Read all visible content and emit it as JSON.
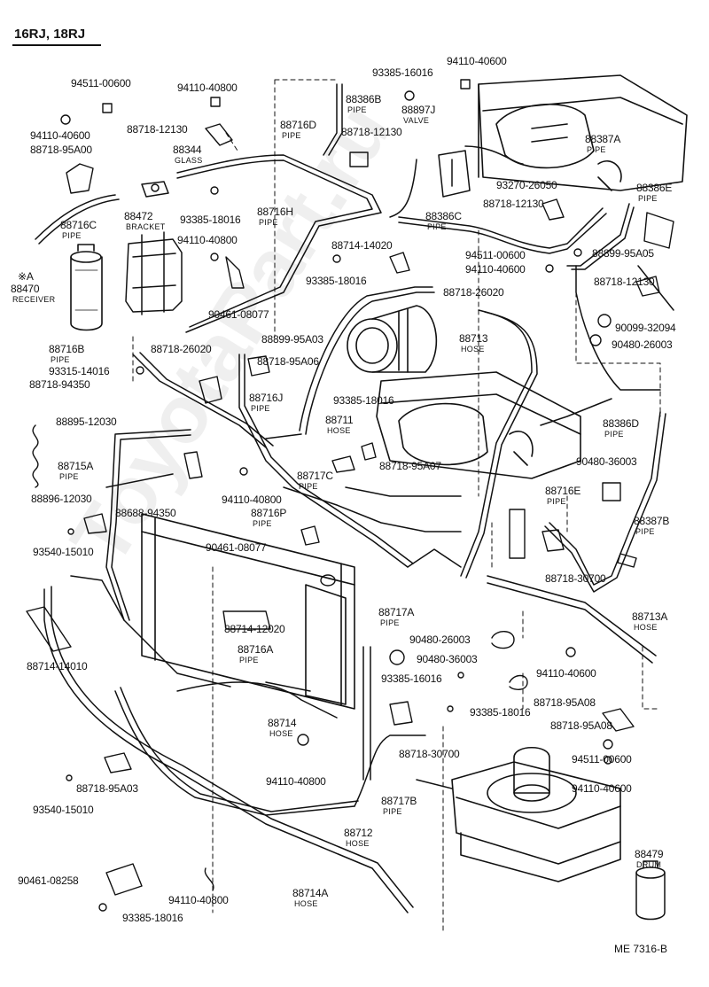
{
  "header": {
    "models": "16RJ, 18RJ"
  },
  "watermark": "ToyotaPart.ru",
  "diagram_code": "ME 7316-B",
  "colors": {
    "ink": "#111111",
    "paper": "#ffffff",
    "watermark": "#dddddd"
  },
  "labels": [
    {
      "id": "94511-00600-a",
      "text": "94511-00600"
    },
    {
      "id": "94110-40800-a",
      "text": "94110-40800"
    },
    {
      "id": "88718-12130-a",
      "text": "88718-12130"
    },
    {
      "id": "94110-40600-a",
      "text": "94110-40600"
    },
    {
      "id": "88718-95a00",
      "text": "88718-95A00"
    },
    {
      "id": "88344",
      "text": "88344",
      "sub": "GLASS"
    },
    {
      "id": "88716c",
      "text": "88716C",
      "sub": "PIPE"
    },
    {
      "id": "88472",
      "text": "88472",
      "sub": "BRACKET"
    },
    {
      "id": "93385-18016-a",
      "text": "93385-18016"
    },
    {
      "id": "94110-40800-b",
      "text": "94110-40800"
    },
    {
      "id": "88470",
      "text": "88470",
      "prefix": "※A",
      "sub": "RECEIVER"
    },
    {
      "id": "88716d",
      "text": "88716D",
      "sub": "PIPE"
    },
    {
      "id": "88716h",
      "text": "88716H",
      "sub": "PIPE"
    },
    {
      "id": "93385-16016-a",
      "text": "93385-16016"
    },
    {
      "id": "94110-40600-b",
      "text": "94110-40600"
    },
    {
      "id": "88386b",
      "text": "88386B",
      "sub": "PIPE"
    },
    {
      "id": "88897j",
      "text": "88897J",
      "sub": "VALVE"
    },
    {
      "id": "88718-12130-b",
      "text": "88718-12130"
    },
    {
      "id": "88387a",
      "text": "88387A",
      "sub": "PIPE"
    },
    {
      "id": "93270-26050",
      "text": "93270-26050"
    },
    {
      "id": "88386e",
      "text": "88386E",
      "sub": "PIPE"
    },
    {
      "id": "88718-12130-c",
      "text": "88718-12130"
    },
    {
      "id": "88386c",
      "text": "88386C",
      "sub": "PIPE"
    },
    {
      "id": "88714-14020",
      "text": "88714-14020"
    },
    {
      "id": "94511-00600-b",
      "text": "94511-00600"
    },
    {
      "id": "88899-95a05",
      "text": "88899-95A05"
    },
    {
      "id": "94110-40600-c",
      "text": "94110-40600"
    },
    {
      "id": "93385-18016-b",
      "text": "93385-18016"
    },
    {
      "id": "88718-12130-d",
      "text": "88718-12130"
    },
    {
      "id": "88718-26020-a",
      "text": "88718-26020"
    },
    {
      "id": "90099-32094",
      "text": "90099-32094"
    },
    {
      "id": "90461-08077-a",
      "text": "90461-08077"
    },
    {
      "id": "88713",
      "text": "88713",
      "sub": "HOSE"
    },
    {
      "id": "90480-26003-a",
      "text": "90480-26003"
    },
    {
      "id": "88899-95a03",
      "text": "88899-95A03"
    },
    {
      "id": "88716b",
      "text": "88716B",
      "sub": "PIPE"
    },
    {
      "id": "88718-26020-b",
      "text": "88718-26020"
    },
    {
      "id": "88718-95a06",
      "text": "88718-95A06"
    },
    {
      "id": "93315-14016",
      "text": "93315-14016"
    },
    {
      "id": "88718-94350",
      "text": "88718-94350"
    },
    {
      "id": "88716j",
      "text": "88716J",
      "sub": "PIPE"
    },
    {
      "id": "93385-18016-c",
      "text": "93385-18016"
    },
    {
      "id": "88711",
      "text": "88711",
      "sub": "HOSE"
    },
    {
      "id": "88386d",
      "text": "88386D",
      "sub": "PIPE"
    },
    {
      "id": "88895-12030",
      "text": "88895-12030"
    },
    {
      "id": "88715a",
      "text": "88715A",
      "sub": "PIPE"
    },
    {
      "id": "88718-95a07",
      "text": "88718-95A07"
    },
    {
      "id": "90480-36003-a",
      "text": "90480-36003"
    },
    {
      "id": "88717c",
      "text": "88717C",
      "sub": "PIPE"
    },
    {
      "id": "88716e",
      "text": "88716E",
      "sub": "PIPE"
    },
    {
      "id": "88896-12030",
      "text": "88896-12030"
    },
    {
      "id": "94110-40800-c",
      "text": "94110-40800"
    },
    {
      "id": "88688-94350",
      "text": "88688-94350"
    },
    {
      "id": "88716p",
      "text": "88716P",
      "sub": "PIPE"
    },
    {
      "id": "88387b",
      "text": "88387B",
      "sub": "PIPE"
    },
    {
      "id": "93540-15010-a",
      "text": "93540-15010"
    },
    {
      "id": "90461-08077-b",
      "text": "90461-08077"
    },
    {
      "id": "88718-30700-a",
      "text": "88718-30700"
    },
    {
      "id": "88717a",
      "text": "88717A",
      "sub": "PIPE"
    },
    {
      "id": "88713a",
      "text": "88713A",
      "sub": "HOSE"
    },
    {
      "id": "88714-12020",
      "text": "88714-12020"
    },
    {
      "id": "88714-14010",
      "text": "88714-14010"
    },
    {
      "id": "90480-26003-b",
      "text": "90480-26003"
    },
    {
      "id": "88716a",
      "text": "88716A",
      "sub": "PIPE"
    },
    {
      "id": "90480-36003-b",
      "text": "90480-36003"
    },
    {
      "id": "93385-16016-b",
      "text": "93385-16016"
    },
    {
      "id": "94110-40600-d",
      "text": "94110-40600"
    },
    {
      "id": "88718-95a08-a",
      "text": "88718-95A08"
    },
    {
      "id": "93385-18016-d",
      "text": "93385-18016"
    },
    {
      "id": "88718-95a08-b",
      "text": "88718-95A08"
    },
    {
      "id": "88714",
      "text": "88714",
      "sub": "HOSE"
    },
    {
      "id": "88718-30700-b",
      "text": "88718-30700"
    },
    {
      "id": "94511-00600-c",
      "text": "94511-00600"
    },
    {
      "id": "94110-40800-d",
      "text": "94110-40800"
    },
    {
      "id": "94110-40600-e",
      "text": "94110-40600"
    },
    {
      "id": "88718-95a03",
      "text": "88718-95A03"
    },
    {
      "id": "88717b",
      "text": "88717B",
      "sub": "PIPE"
    },
    {
      "id": "93540-15010-b",
      "text": "93540-15010"
    },
    {
      "id": "88712",
      "text": "88712",
      "sub": "HOSE"
    },
    {
      "id": "90461-08258",
      "text": "90461-08258"
    },
    {
      "id": "94110-40800-e",
      "text": "94110-40800"
    },
    {
      "id": "88714a",
      "text": "88714A",
      "sub": "HOSE"
    },
    {
      "id": "93385-18016-e",
      "text": "93385-18016"
    },
    {
      "id": "88479",
      "text": "88479",
      "sub": "DRUM"
    }
  ]
}
